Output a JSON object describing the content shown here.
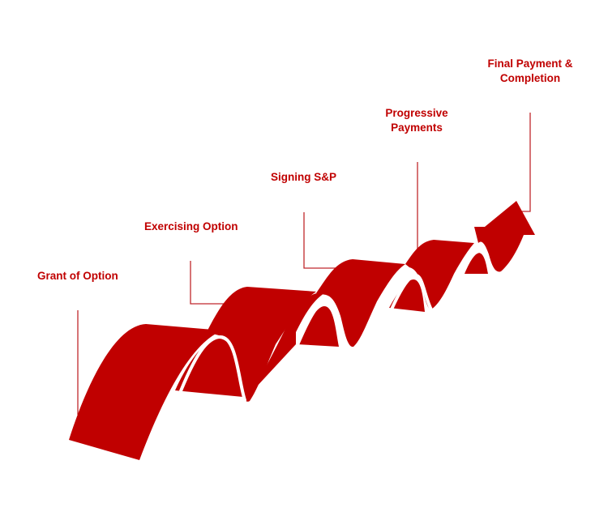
{
  "diagram": {
    "type": "staircase-ribbon-arrow",
    "accent_color": "#c00000",
    "steps": [
      {
        "id": "grant",
        "label": "Grant of Option"
      },
      {
        "id": "exercise",
        "label": "Exercising Option"
      },
      {
        "id": "signing",
        "label": "Signing S&P"
      },
      {
        "id": "progressive",
        "label_line1": "Progressive",
        "label_line2": "Payments"
      },
      {
        "id": "final",
        "label_line1": "Final Payment &",
        "label_line2": "Completion"
      }
    ]
  }
}
